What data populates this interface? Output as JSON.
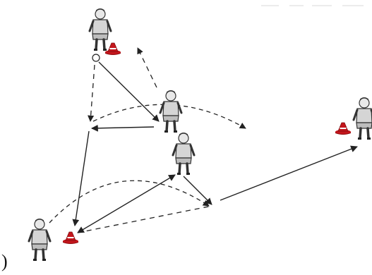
{
  "diagram": {
    "description_text": "",
    "stray_mark": ")",
    "colors": {
      "background": "#ffffff",
      "line": "#222222",
      "cone_red": "#c4161c",
      "cone_white": "#ffffff",
      "player_fill": "#d9d9d9",
      "player_stroke": "#333333",
      "ball": "#ffffff"
    },
    "players": [
      {
        "id": "p-top-left",
        "icon": "soccer-player-icon"
      },
      {
        "id": "p-center-upper",
        "icon": "soccer-player-icon"
      },
      {
        "id": "p-center-lower",
        "icon": "soccer-player-icon"
      },
      {
        "id": "p-bottom-left",
        "icon": "soccer-player-icon"
      },
      {
        "id": "p-right",
        "icon": "soccer-player-icon"
      }
    ],
    "cones": [
      {
        "id": "cone-top-left",
        "icon": "training-cone-icon"
      },
      {
        "id": "cone-bottom-left",
        "icon": "training-cone-icon"
      },
      {
        "id": "cone-right",
        "icon": "training-cone-icon"
      }
    ],
    "ball": {
      "icon": "ball-icon"
    },
    "paths": {
      "pass": "solid-arrow",
      "run": "dashed-arrow"
    }
  }
}
